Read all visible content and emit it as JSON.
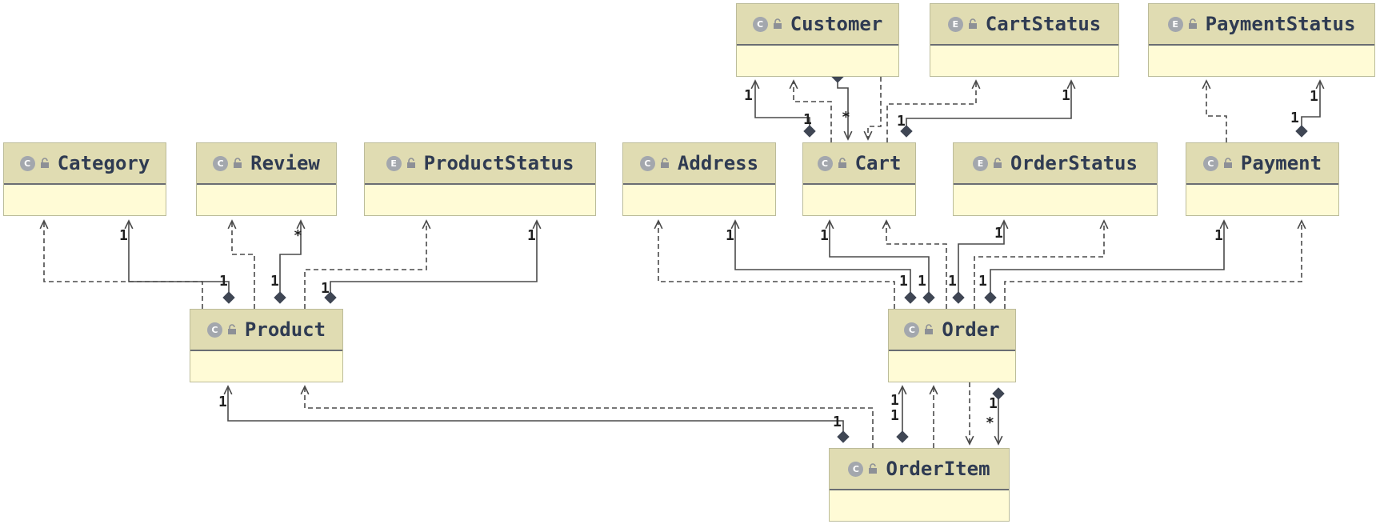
{
  "nodes": {
    "customer": {
      "kind": "class",
      "badge": "C",
      "name": "Customer"
    },
    "cart_status": {
      "kind": "enum",
      "badge": "E",
      "name": "CartStatus"
    },
    "payment_status": {
      "kind": "enum",
      "badge": "E",
      "name": "PaymentStatus"
    },
    "category": {
      "kind": "class",
      "badge": "C",
      "name": "Category"
    },
    "review": {
      "kind": "class",
      "badge": "C",
      "name": "Review"
    },
    "product_status": {
      "kind": "enum",
      "badge": "E",
      "name": "ProductStatus"
    },
    "address": {
      "kind": "class",
      "badge": "C",
      "name": "Address"
    },
    "cart": {
      "kind": "class",
      "badge": "C",
      "name": "Cart"
    },
    "order_status": {
      "kind": "enum",
      "badge": "E",
      "name": "OrderStatus"
    },
    "payment": {
      "kind": "class",
      "badge": "C",
      "name": "Payment"
    },
    "product": {
      "kind": "class",
      "badge": "C",
      "name": "Product"
    },
    "order": {
      "kind": "class",
      "badge": "C",
      "name": "Order"
    },
    "order_item": {
      "kind": "class",
      "badge": "C",
      "name": "OrderItem"
    }
  },
  "edges": [
    {
      "from": "product",
      "to": "category",
      "style": "dependency"
    },
    {
      "from": "product",
      "to": "category",
      "style": "composition",
      "multiplicity_from": "1",
      "multiplicity_to": "1"
    },
    {
      "from": "product",
      "to": "review",
      "style": "dependency"
    },
    {
      "from": "product",
      "to": "review",
      "style": "composition",
      "multiplicity_from": "1",
      "multiplicity_to": "*"
    },
    {
      "from": "product",
      "to": "product_status",
      "style": "dependency"
    },
    {
      "from": "product",
      "to": "product_status",
      "style": "composition",
      "multiplicity_from": "1",
      "multiplicity_to": "1"
    },
    {
      "from": "cart",
      "to": "customer",
      "style": "dependency"
    },
    {
      "from": "cart",
      "to": "customer",
      "style": "composition",
      "multiplicity_from": "1",
      "multiplicity_to": "1"
    },
    {
      "from": "customer",
      "to": "cart",
      "style": "composition",
      "multiplicity_to": "*"
    },
    {
      "from": "customer",
      "to": "cart",
      "style": "dependency"
    },
    {
      "from": "cart",
      "to": "cart_status",
      "style": "dependency"
    },
    {
      "from": "cart",
      "to": "cart_status",
      "style": "composition",
      "multiplicity_from": "1",
      "multiplicity_to": "1"
    },
    {
      "from": "payment",
      "to": "payment_status",
      "style": "dependency"
    },
    {
      "from": "payment",
      "to": "payment_status",
      "style": "composition",
      "multiplicity_from": "1",
      "multiplicity_to": "1"
    },
    {
      "from": "order",
      "to": "address",
      "style": "dependency"
    },
    {
      "from": "order",
      "to": "address",
      "style": "composition",
      "multiplicity_from": "1",
      "multiplicity_to": "1"
    },
    {
      "from": "order",
      "to": "cart",
      "style": "composition",
      "multiplicity_from": "1",
      "multiplicity_to": "1"
    },
    {
      "from": "order",
      "to": "cart",
      "style": "dependency"
    },
    {
      "from": "order",
      "to": "order_status",
      "style": "composition",
      "multiplicity_from": "1",
      "multiplicity_to": "1"
    },
    {
      "from": "order",
      "to": "order_status",
      "style": "dependency"
    },
    {
      "from": "order",
      "to": "payment",
      "style": "composition",
      "multiplicity_from": "1",
      "multiplicity_to": "1"
    },
    {
      "from": "order",
      "to": "payment",
      "style": "dependency"
    },
    {
      "from": "order_item",
      "to": "product",
      "style": "composition",
      "multiplicity_from": "1",
      "multiplicity_to": "1"
    },
    {
      "from": "order_item",
      "to": "product",
      "style": "dependency"
    },
    {
      "from": "order_item",
      "to": "order",
      "style": "composition",
      "multiplicity_from": "1",
      "multiplicity_to": "1"
    },
    {
      "from": "order_item",
      "to": "order",
      "style": "dependency"
    },
    {
      "from": "order",
      "to": "order_item",
      "style": "dependency"
    },
    {
      "from": "order",
      "to": "order_item",
      "style": "composition",
      "multiplicity_from": "1",
      "multiplicity_to": "*"
    }
  ],
  "colors": {
    "header": "#e0dcb2",
    "body": "#fffbd6",
    "title_text": "#2f3b52",
    "header_divider": "#6a6d73",
    "line": "#4a4a4a",
    "diamond": "#3f4654"
  }
}
